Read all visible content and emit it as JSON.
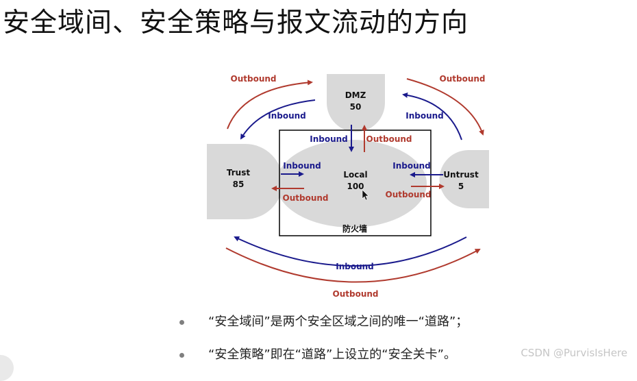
{
  "title": "安全域间、安全策略与报文流动的方向",
  "colors": {
    "outbound": "#b03a2e",
    "inbound": "#1a1a8c",
    "zone_fill": "#d9d9d9",
    "firewall_border": "#000000"
  },
  "diagram": {
    "zones": {
      "dmz": {
        "name": "DMZ",
        "priority": "50"
      },
      "trust": {
        "name": "Trust",
        "priority": "85"
      },
      "untrust": {
        "name": "Untrust",
        "priority": "5"
      },
      "local": {
        "name": "Local",
        "priority": "100"
      }
    },
    "firewall_label": "防火墙",
    "labels": {
      "outbound": "Outbound",
      "inbound": "Inbound"
    }
  },
  "bullets": [
    "“安全域间”是两个安全区域之间的唯一“道路”；",
    "“安全策略”即在“道路”上设立的“安全关卡”。"
  ],
  "watermark": "CSDN @PurvisIsHere"
}
